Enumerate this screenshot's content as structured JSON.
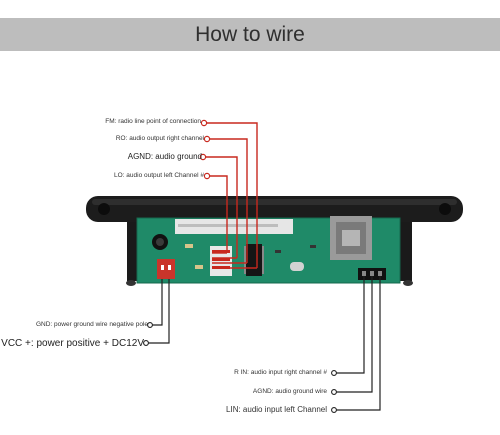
{
  "title": "How to wire",
  "labels": {
    "fm": "FM: radio line point of connection",
    "ro": "RO: audio output right channel",
    "agnd_top": "AGND: audio ground",
    "lo": "LO: audio output left Channel #",
    "gnd": "GND: power ground wire negative pole",
    "vcc": "VCC +: power positive + DC12V",
    "rin": "R IN: audio input right channel #",
    "agnd_bottom": "AGND: audio ground wire",
    "lin": "LIN: audio input left Channel"
  },
  "colors": {
    "banner": "#bdbdbd",
    "board": "#1f8a68",
    "panel": "#1c1c1c",
    "wire_red": "#c8281e",
    "wire_black": "#222222"
  }
}
